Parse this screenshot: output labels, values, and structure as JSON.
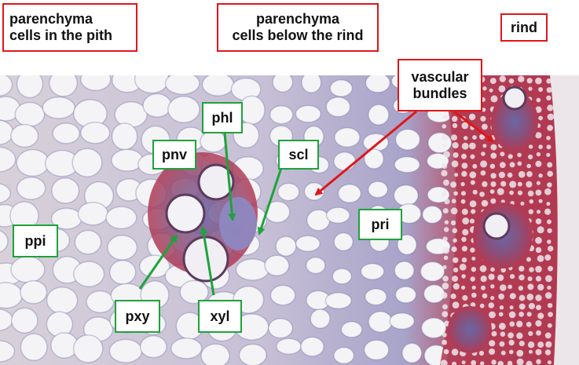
{
  "labels": {
    "parenchyma_pith": "parenchyma\ncells in the pith",
    "parenchyma_rind": "parenchyma\ncells below the rind",
    "rind": "rind",
    "vascular_bundles": "vascular\nbundles",
    "phl": "phl",
    "pnv": "pnv",
    "scl": "scl",
    "pri": "pri",
    "ppi": "ppi",
    "pxy": "pxy",
    "xyl": "xyl"
  },
  "colors": {
    "red_frame": "#e0161b",
    "green_frame": "#1ea33a",
    "cell_wall_blue": "#6d6aa8",
    "rind_red": "#b9364e",
    "cell_fill": "#f4f4f6"
  }
}
